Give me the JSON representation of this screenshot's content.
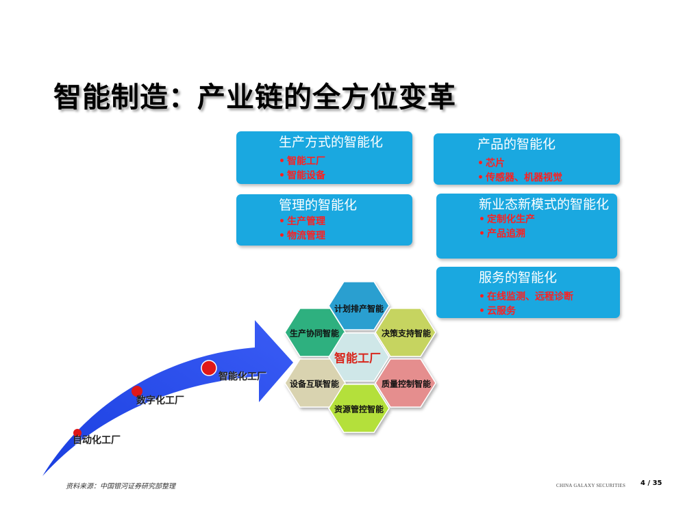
{
  "title": "智能制造：产业链的全方位变革",
  "cards": {
    "production": {
      "title": "生产方式的智能化",
      "items": [
        "智能工厂",
        "智能设备"
      ]
    },
    "management": {
      "title": "管理的智能化",
      "items": [
        "生产管理",
        "物流管理"
      ]
    },
    "product": {
      "title": "产品的智能化",
      "items": [
        "芯片",
        "传感器、机器视觉"
      ]
    },
    "newbiz": {
      "title": "新业态新模式的智能化",
      "items": [
        "定制化生产",
        "产品追溯"
      ]
    },
    "service": {
      "title": "服务的智能化",
      "items": [
        "在线监测、远程诊断",
        "云服务"
      ]
    }
  },
  "bullet": "•",
  "arrow": {
    "stages": [
      "自动化工厂",
      "数字化工厂",
      "智能化工厂"
    ],
    "color": "#1f44e0",
    "dot_color": "#e01818"
  },
  "hexes": {
    "center": "智能工厂",
    "top": "计划排产智能",
    "upper_left": "生产协同智能",
    "upper_right": "决策支持智能",
    "lower_left": "设备互联智能",
    "lower_right": "质量控制智能",
    "bottom": "资源管控智能"
  },
  "colors": {
    "card_bg": "#1aa8e0",
    "bullet_text": "#ff1f1f",
    "hex_top": "#2b9fd0",
    "hex_upper_left": "#2fb07f",
    "hex_upper_right": "#c6d460",
    "hex_lower_left": "#d9d3b0",
    "hex_lower_right": "#e58e8e",
    "hex_bottom": "#b4e03a",
    "hex_center": "#cfe7e8"
  },
  "footer": {
    "source": "资料来源：中国银河证券研究部整理",
    "brand": "CHINA GALAXY SECURITIES",
    "page": "4 / 35"
  }
}
